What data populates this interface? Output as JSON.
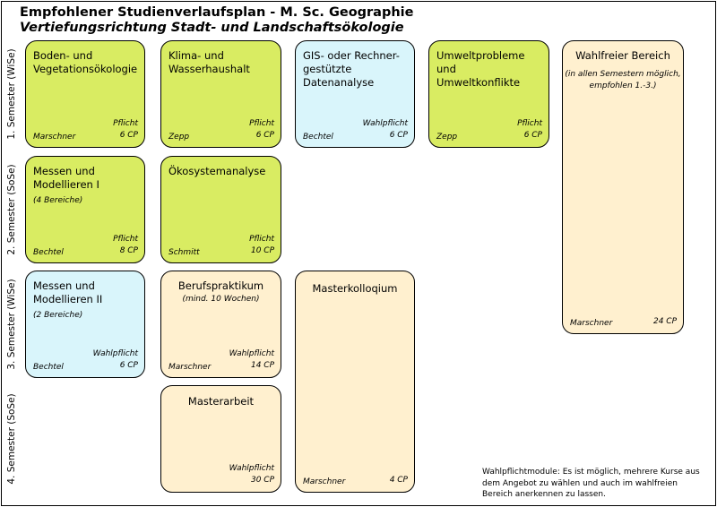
{
  "header": {
    "title": "Empfohlener Studienverlaufsplan - M. Sc. Geographie",
    "subtitle": "Vertiefungsrichtung Stadt- und Landschaftsökologie"
  },
  "semesters": [
    {
      "label": "1. Semester (WiSe)"
    },
    {
      "label": "2. Semester (SoSe)"
    },
    {
      "label": "3. Semester (WiSe)"
    },
    {
      "label": "4. Semester (SoSe)"
    }
  ],
  "legend": {
    "colors": {
      "pflicht": "#d9ec62",
      "wahlpflicht": "#d9f5fb",
      "other": "#fff0cf"
    }
  },
  "modules": {
    "boden": {
      "title": "Boden- und\nVegetationsökologie",
      "lecturer": "Marschner",
      "type": "Pflicht",
      "cp": "6 CP"
    },
    "klima": {
      "title": "Klima- und\nWasserhaushalt",
      "lecturer": "Zepp",
      "type": "Pflicht",
      "cp": "6 CP"
    },
    "gis": {
      "title": "GIS- oder Rechner-\ngestützte Datenanalyse",
      "lecturer": "Bechtel",
      "type": "Wahlpflicht",
      "cp": "6 CP"
    },
    "umwelt": {
      "title": "Umweltprobleme und\nUmweltkonflikte",
      "lecturer": "Zepp",
      "type": "Pflicht",
      "cp": "6 CP"
    },
    "wahlfrei": {
      "title": "Wahlfreier Bereich",
      "note": "(in allen Semestern möglich,\nempfohlen 1.-3.)",
      "lecturer": "Marschner",
      "cp": "24 CP"
    },
    "messen1": {
      "title": "Messen und\nModellieren I",
      "note": "(4 Bereiche)",
      "lecturer": "Bechtel",
      "type": "Pflicht",
      "cp": "8 CP"
    },
    "oeko": {
      "title": "Ökosystemanalyse",
      "lecturer": "Schmitt",
      "type": "Pflicht",
      "cp": "10 CP"
    },
    "messen2": {
      "title": "Messen und\nModellieren II",
      "note": "(2 Bereiche)",
      "lecturer": "Bechtel",
      "type": "Wahlpflicht",
      "cp": "6 CP"
    },
    "beruf": {
      "title": "Berufspraktikum",
      "note": "(mind. 10 Wochen)",
      "lecturer": "Marschner",
      "type": "Wahlpflicht",
      "cp": "14 CP"
    },
    "kolloq": {
      "title": "Masterkolloqium",
      "lecturer": "Marschner",
      "cp": "4 CP"
    },
    "arbeit": {
      "title": "Masterarbeit",
      "type": "Wahlpflicht",
      "cp": "30 CP"
    }
  },
  "footnote": "Wahlpflichtmodule: Es ist möglich, mehrere Kurse aus dem Angebot zu wählen und auch im wahlfreien Bereich anerkennen zu lassen."
}
